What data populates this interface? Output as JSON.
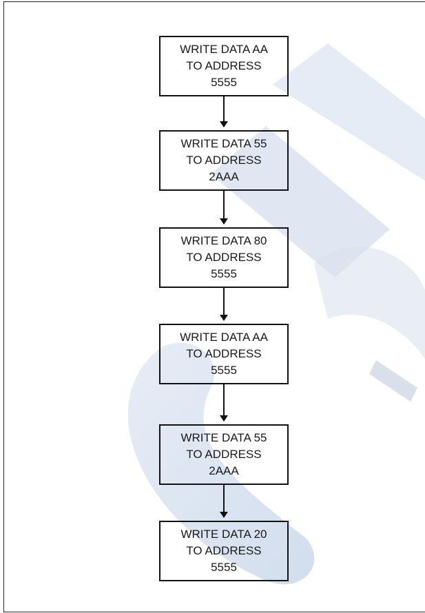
{
  "flowchart": {
    "steps": [
      {
        "line1": "WRITE DATA AA",
        "line2": "TO ADDRESS",
        "line3": "5555"
      },
      {
        "line1": "WRITE  DATA 55",
        "line2": "TO ADDRESS",
        "line3": "2AAA"
      },
      {
        "line1": "WRITE DATA 80",
        "line2": "TO ADDRESS",
        "line3": "5555"
      },
      {
        "line1": "WRITE DATA AA",
        "line2": "TO ADDRESS",
        "line3": "5555"
      },
      {
        "line1": "WRITE  DATA 55",
        "line2": "TO ADDRESS",
        "line3": "2AAA"
      },
      {
        "line1": "WRITE  DATA 20",
        "line2": "TO ADDRESS",
        "line3": "5555"
      }
    ]
  },
  "colors": {
    "watermark": "#c9d6ea",
    "line": "#111111"
  }
}
